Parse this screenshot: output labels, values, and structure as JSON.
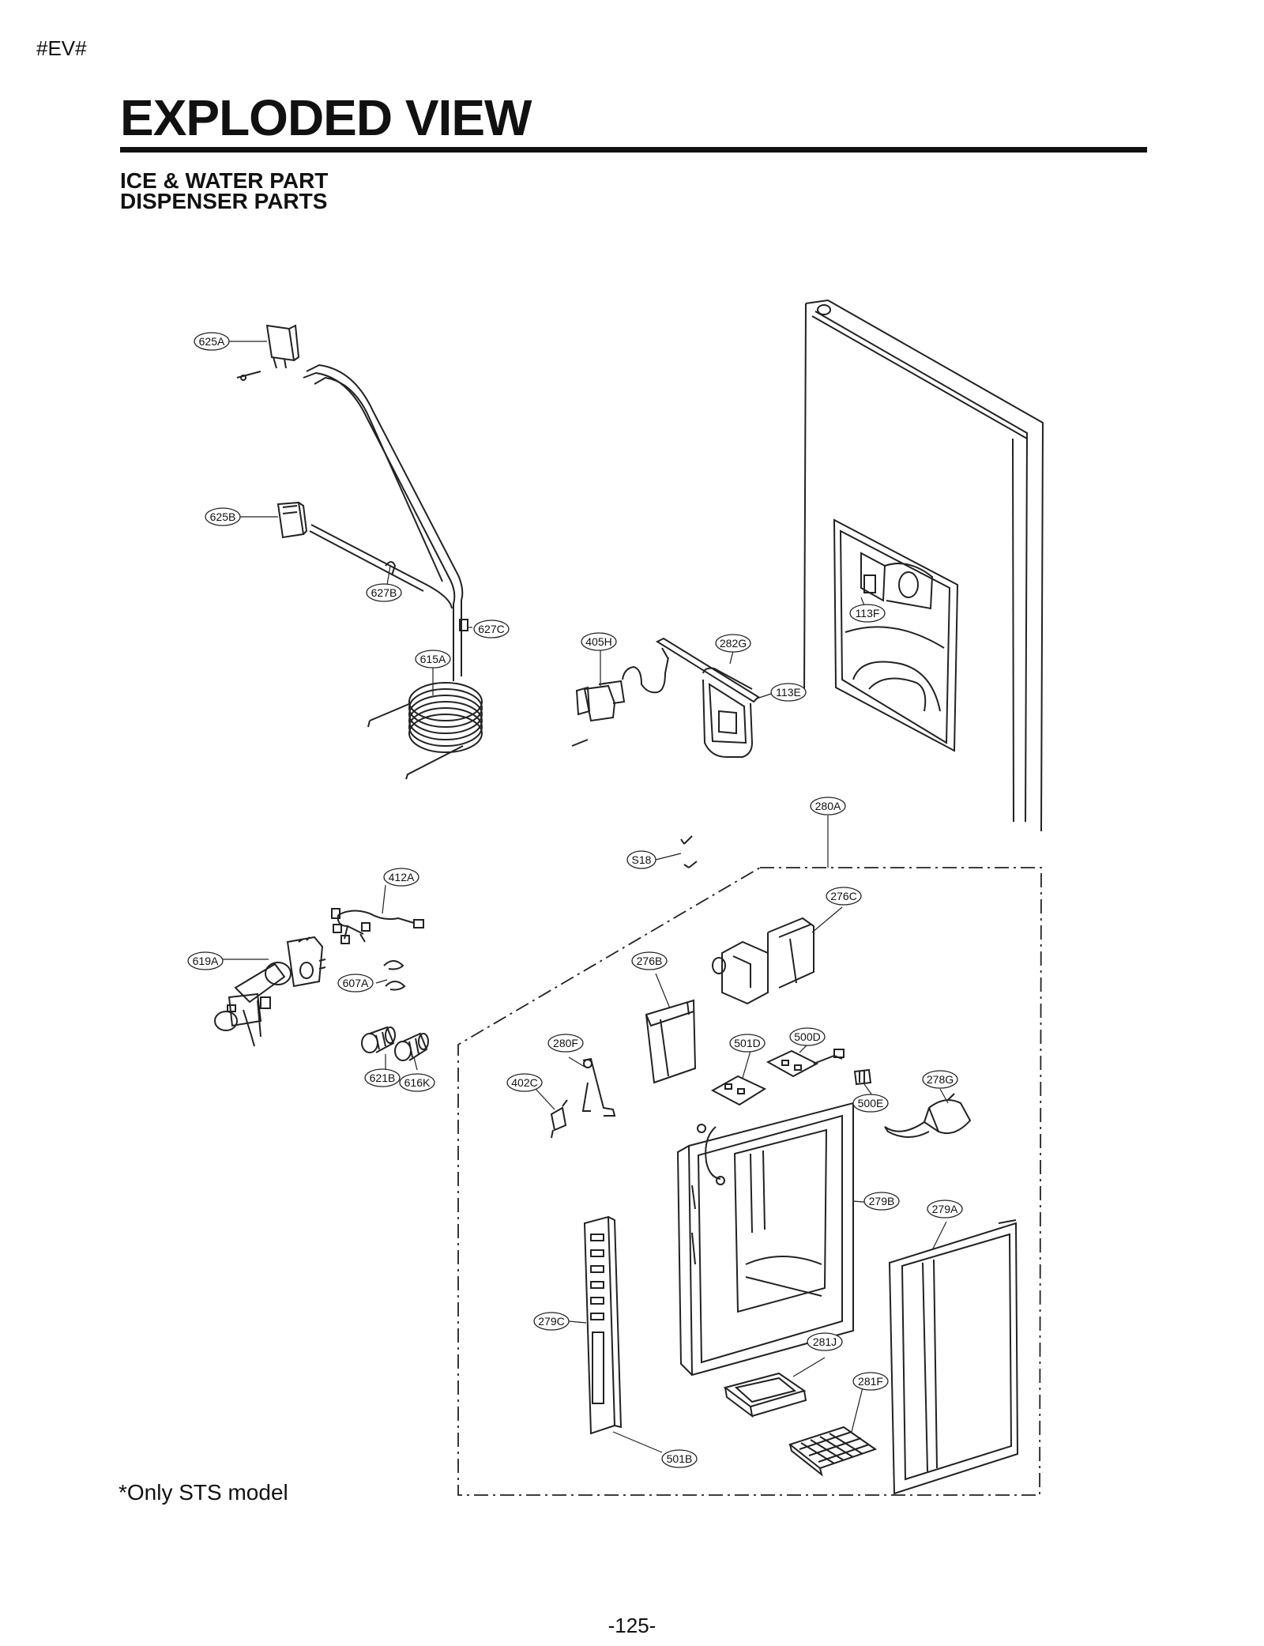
{
  "header": {
    "corner_tag": "#EV#",
    "title": "EXPLODED VIEW",
    "subtitle_line1": "ICE & WATER PART",
    "subtitle_line2": "DISPENSER PARTS"
  },
  "footnote": "*Only STS model",
  "page_number": "-125-",
  "callouts": [
    "625A",
    "625B",
    "627B",
    "627C",
    "615A",
    "405H",
    "282G",
    "113E",
    "113F",
    "280A",
    "S18",
    "412A",
    "276C",
    "619A",
    "276B",
    "607A",
    "280F",
    "501D",
    "500D",
    "621B",
    "616K",
    "402C",
    "500E",
    "278G",
    "279B",
    "279A",
    "279C",
    "281J",
    "281F",
    "501B"
  ]
}
